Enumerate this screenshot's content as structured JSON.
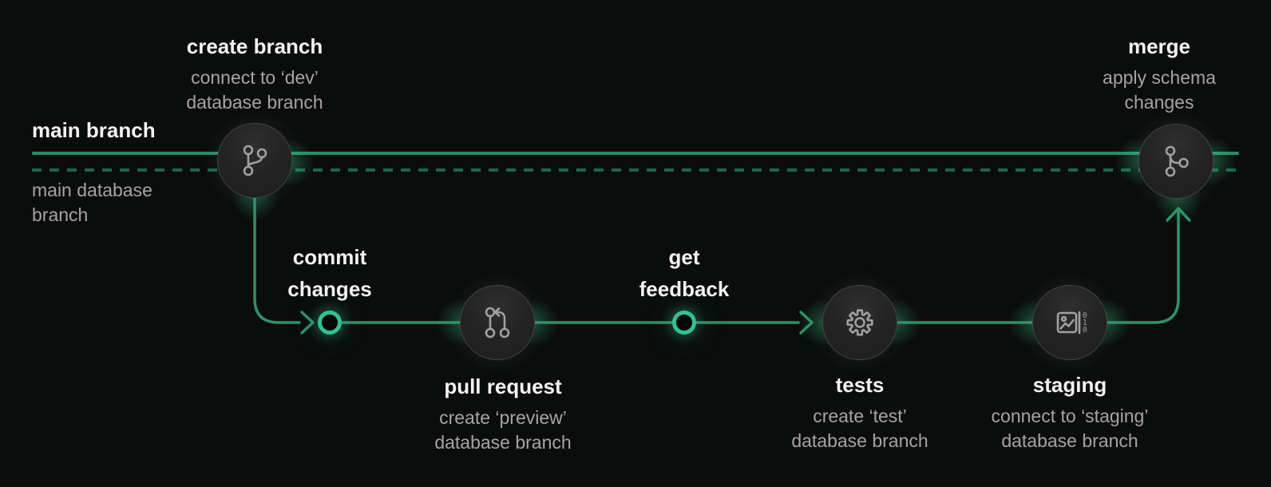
{
  "diagram": {
    "background": "#0b0d0c",
    "lane_line_color": "#2b8a64",
    "dashed_line_color": "#1d6549",
    "path_line_color": "#2e9168",
    "ring_color": "#35c08f",
    "title_color": "#f2f2f2",
    "subtitle_color": "#a4a4a4",
    "icon_color": "#a0a0a0"
  },
  "main_lane": {
    "branch_label": "main branch",
    "database_label_line1": "main database",
    "database_label_line2": "branch"
  },
  "steps": {
    "create_branch": {
      "title": "create branch",
      "sub1": "connect to ‘dev’",
      "sub2": "database branch",
      "icon": "git-branch-icon"
    },
    "commit_changes": {
      "title1": "commit",
      "title2": "changes",
      "icon": "commit-ring"
    },
    "pull_request": {
      "title": "pull request",
      "sub1": "create ‘preview’",
      "sub2": "database branch",
      "icon": "git-pull-request-icon"
    },
    "get_feedback": {
      "title1": "get",
      "title2": "feedback",
      "icon": "feedback-ring"
    },
    "tests": {
      "title": "tests",
      "sub1": "create ‘test’",
      "sub2": "database branch",
      "icon": "gear-icon"
    },
    "staging": {
      "title": "staging",
      "sub1": "connect to ‘staging’",
      "sub2": "database branch",
      "icon": "data-compare-icon",
      "icon_digits": [
        "0",
        "1",
        "0"
      ]
    },
    "merge": {
      "title": "merge",
      "sub1": "apply schema",
      "sub2": "changes",
      "icon": "git-merge-icon"
    }
  }
}
